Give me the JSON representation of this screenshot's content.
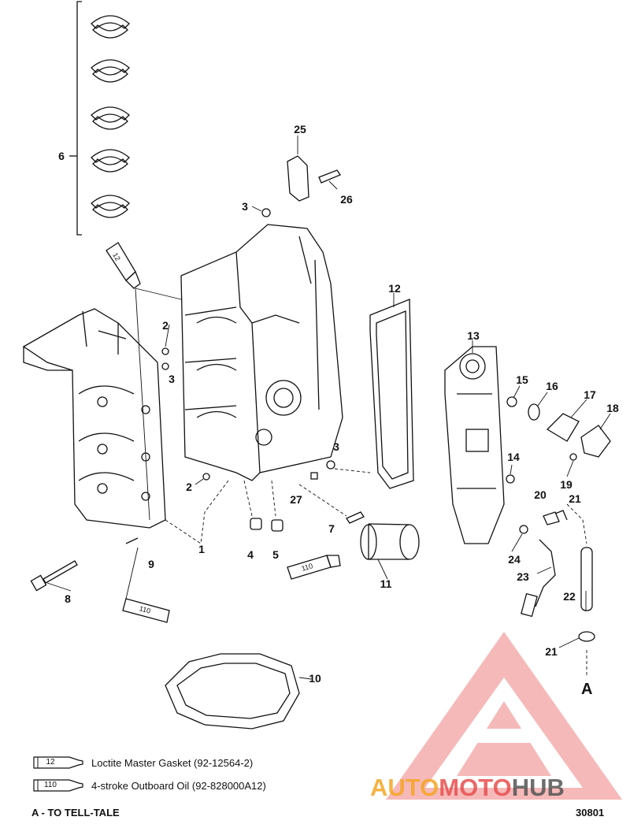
{
  "callouts": {
    "c1": "1",
    "c2a": "2",
    "c2b": "2",
    "c3a": "3",
    "c3b": "3",
    "c3c": "3",
    "c4": "4",
    "c5": "5",
    "c6": "6",
    "c7": "7",
    "c8": "8",
    "c9": "9",
    "c10": "10",
    "c11": "11",
    "c12": "12",
    "c13": "13",
    "c14": "14",
    "c15": "15",
    "c16": "16",
    "c17": "17",
    "c18": "18",
    "c19": "19",
    "c20": "20",
    "c21a": "21",
    "c21b": "21",
    "c22": "22",
    "c23": "23",
    "c24": "24",
    "c25": "25",
    "c26": "26",
    "c27": "27",
    "cA": "A"
  },
  "tube_labels": {
    "t12": "12",
    "t110a": "110",
    "t110b": "110"
  },
  "legend": [
    {
      "code": "12",
      "text": "Loctite Master Gasket (92-12564-2)"
    },
    {
      "code": "110",
      "text": "4-stroke Outboard Oil (92-828000A12)"
    }
  ],
  "footer": {
    "note": "A - TO TELL-TALE",
    "figure_number": "30801"
  },
  "watermark": {
    "part1": "AUTO",
    "part2": "MOTO",
    "part3": "HUB",
    "color_orange": "#f5a623",
    "color_red": "#e85050",
    "color_gray": "#555555"
  }
}
